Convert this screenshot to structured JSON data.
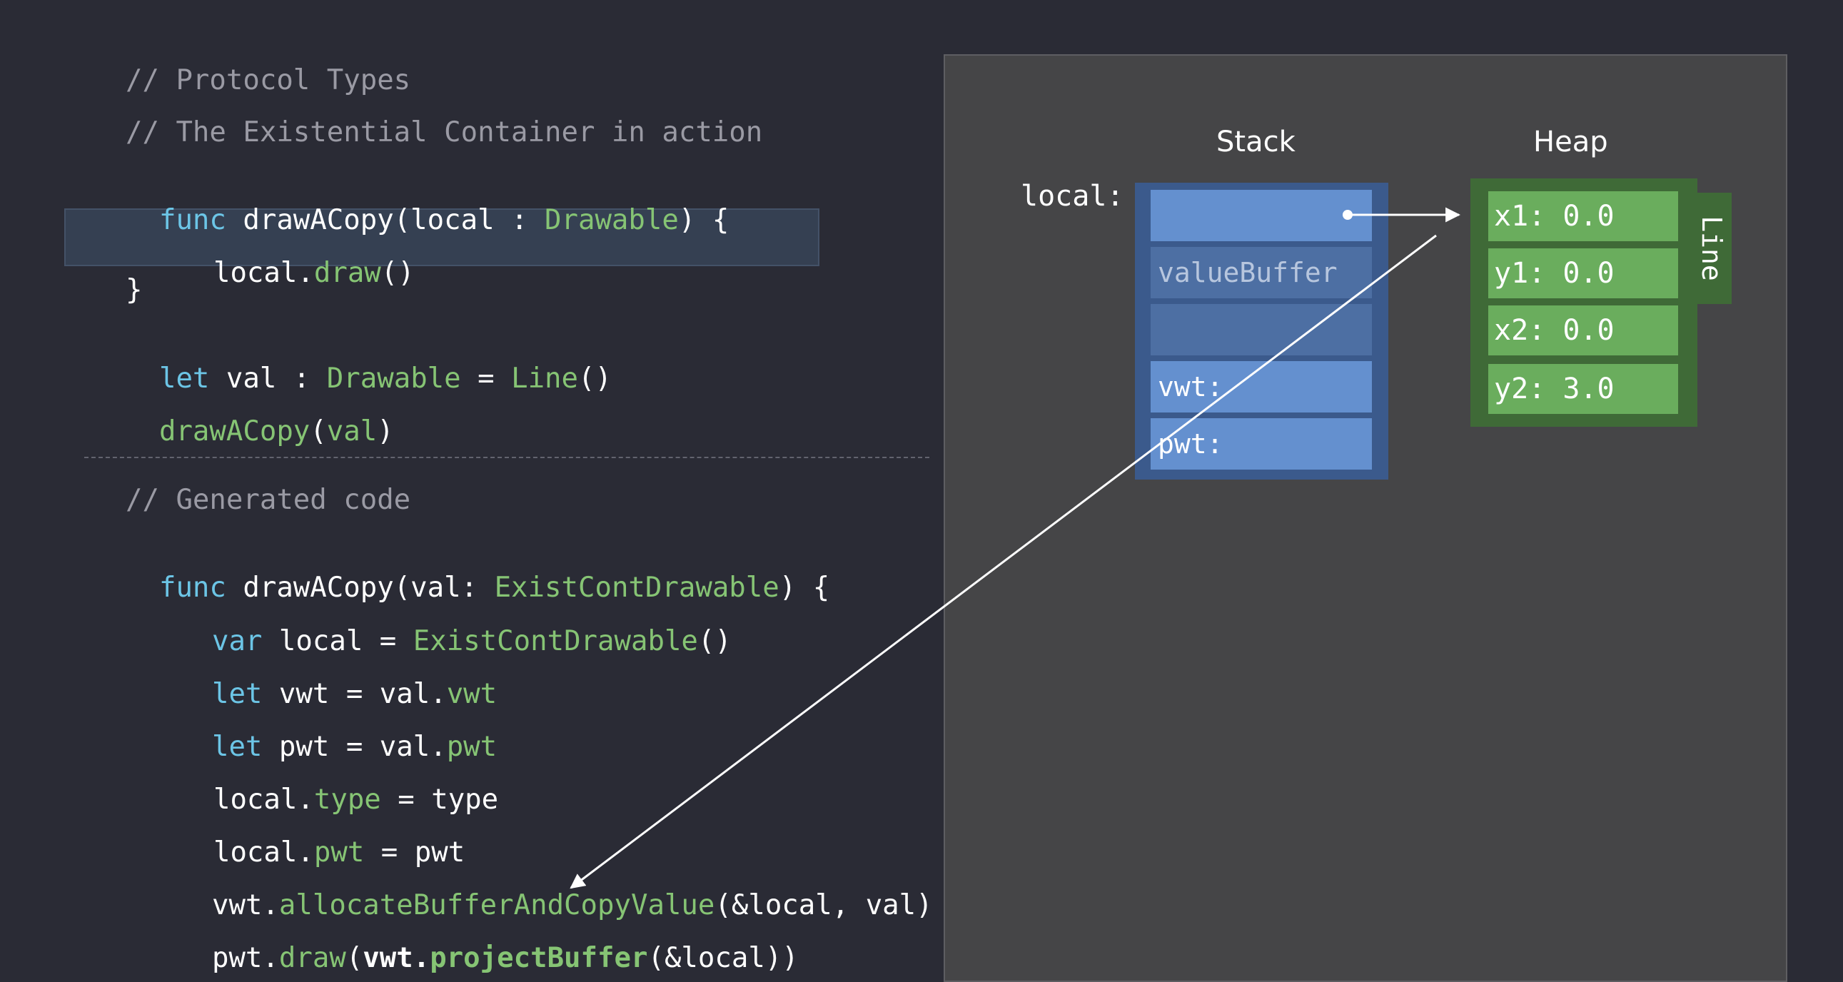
{
  "code_top": {
    "line1": "// Protocol Types",
    "line2": "// The Existential Container in action",
    "line3": {
      "kw": "func",
      "name": " drawACopy(local : ",
      "type": "Drawable",
      "end": ") {"
    },
    "line4": {
      "obj": "local.",
      "method": "draw",
      "end": "()"
    },
    "line5": "}",
    "line6": {
      "kw": "let",
      "mid": " val : ",
      "type": "Drawable",
      "eq": " = ",
      "ctor": "Line",
      "end": "()"
    },
    "line7": {
      "fn": "drawACopy",
      "open": "(",
      "arg": "val",
      "close": ")"
    }
  },
  "code_bottom": {
    "line1": "// Generated code",
    "line2": {
      "kw": "func",
      "name": " drawACopy(val: ",
      "type": "ExistContDrawable",
      "end": ") {"
    },
    "line3": {
      "kw": "var",
      "mid": " local = ",
      "type": "ExistContDrawable",
      "end": "()"
    },
    "line4": {
      "kw": "let",
      "mid": " vwt = val.",
      "prop": "vwt"
    },
    "line5": {
      "kw": "let",
      "mid": " pwt = val.",
      "prop": "pwt"
    },
    "line6": {
      "obj": "local.",
      "prop": "type",
      "end": " = type"
    },
    "line7": {
      "obj": "local.",
      "prop": "pwt",
      "end": " = pwt"
    },
    "line8": {
      "obj": "vwt.",
      "method": "allocateBufferAndCopyValue",
      "end": "(&local, val)"
    },
    "line9": {
      "obj": "pwt.",
      "method": "draw",
      "open": "(",
      "bold_obj": "vwt.",
      "bold_method": "projectBuffer",
      "end": "(&local))"
    }
  },
  "diagram": {
    "stack_title": "Stack",
    "heap_title": "Heap",
    "local_label": "local:",
    "stack_cells": [
      "",
      "valueBuffer",
      "",
      "vwt:",
      "pwt:"
    ],
    "heap_cells": [
      "x1: 0.0",
      "y1: 0.0",
      "x2: 0.0",
      "y2: 3.0"
    ],
    "heap_tab_label": "Line"
  },
  "colors": {
    "background": "#2a2b35",
    "comment": "#9a9aa4",
    "keyword": "#6cc5e6",
    "type": "#86c474",
    "stack_cell": "#6490cf",
    "heap_cell": "#6aad5d"
  }
}
